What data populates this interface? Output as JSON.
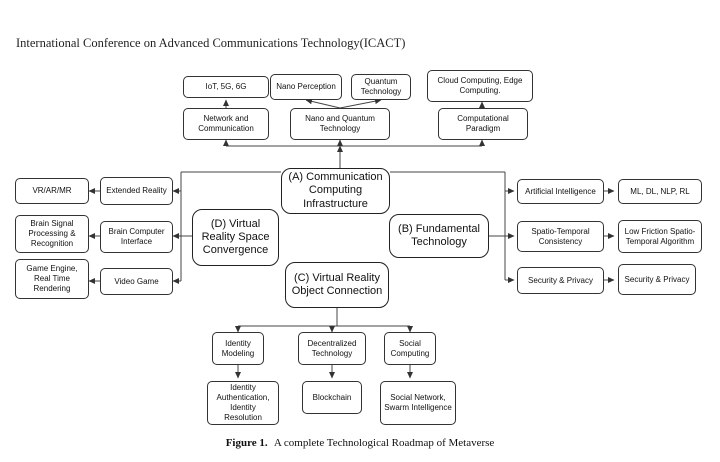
{
  "header": "International Conference on Advanced Communications Technology(ICACT)",
  "caption": {
    "label": "Figure 1.",
    "text": "A complete Technological Roadmap of Metaverse"
  },
  "nodes": {
    "a_center": "(A) Communication Computing Infrastructure",
    "iot": "IoT, 5G, 6G",
    "network_comm": "Network and Communication",
    "nano_perception": "Nano Perception",
    "quantum_tech": "Quantum Technology",
    "nano_quantum": "Nano and Quantum Technology",
    "cloud_edge": "Cloud Computing, Edge Computing.",
    "comp_paradigm": "Computational Paradigm",
    "b_center": "(B) Fundamental Technology",
    "ai": "Artificial Intelligence",
    "ml": "ML, DL, NLP, RL",
    "spatio": "Spatio-Temporal Consistency",
    "low_friction": "Low Friction Spatio-Temporal Algorithm",
    "security_b": "Security & Privacy",
    "security_c": "Security & Privacy",
    "d_center": "(D) Virtual Reality Space Convergence",
    "extended_reality": "Extended Reality",
    "vr_ar": "VR/AR/MR",
    "bci": "Brain Computer Interface",
    "brain_signal": "Brain Signal Processing & Recognition",
    "video_game": "Video Game",
    "game_engine": "Game Engine, Real Time Rendering",
    "c_center": "(C) Virtual Reality Object Connection",
    "identity_modeling": "Identity Modeling",
    "decentralized": "Decentralized Technology",
    "social_computing": "Social Computing",
    "identity_auth": "Identity Authentication, Identity Resolution",
    "blockchain": "Blockchain",
    "social_network": "Social Network, Swarm Intelligence"
  }
}
